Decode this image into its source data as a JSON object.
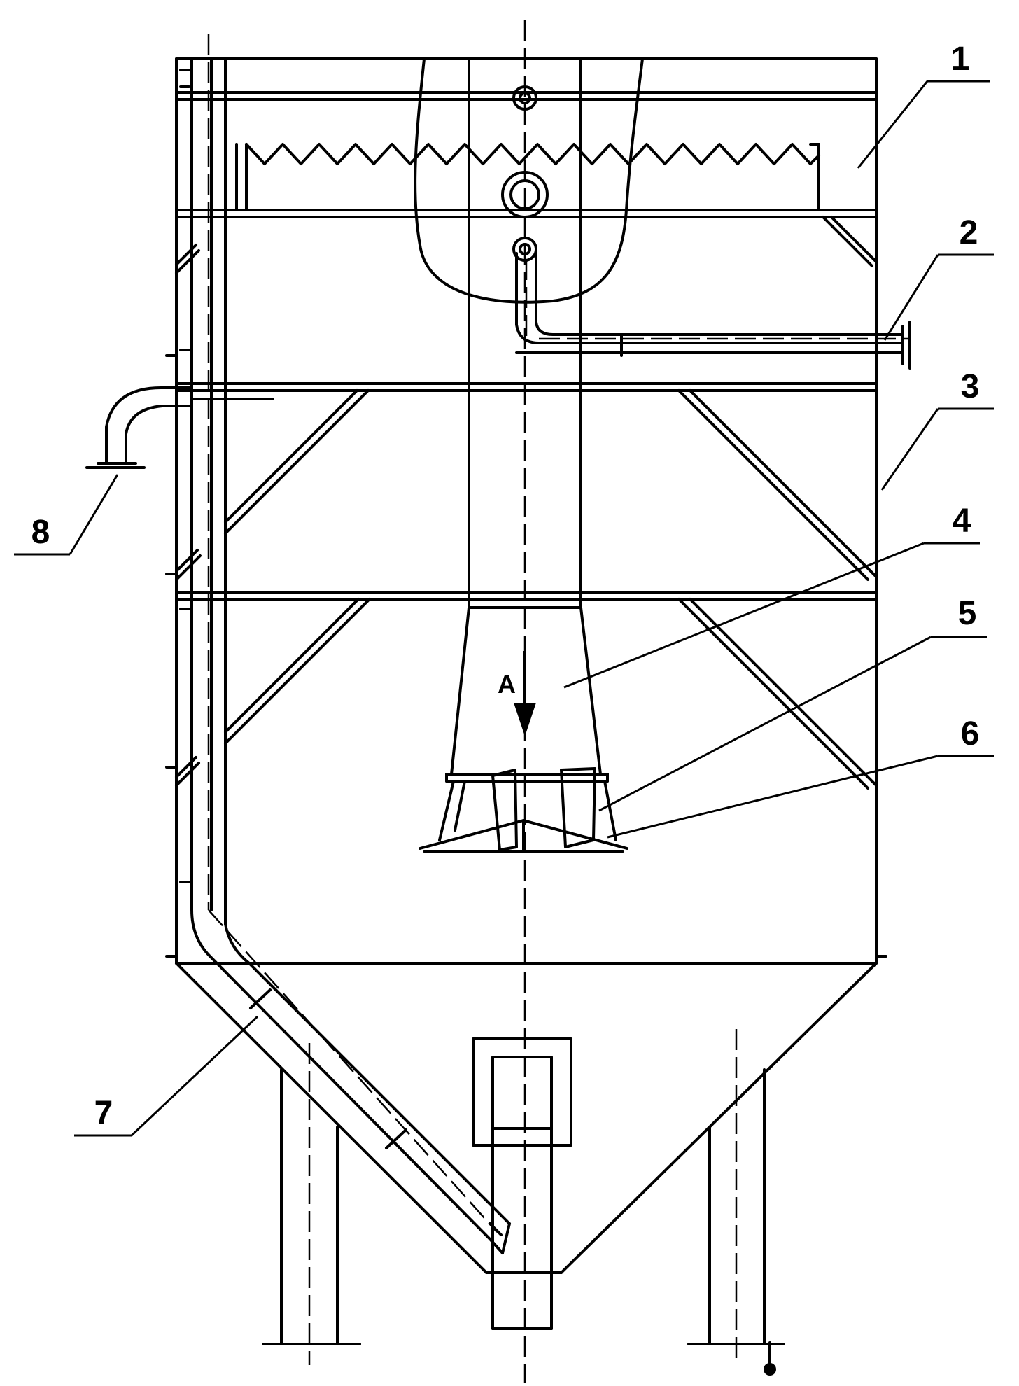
{
  "diagram": {
    "callouts": [
      {
        "label": "1"
      },
      {
        "label": "2"
      },
      {
        "label": "3"
      },
      {
        "label": "4"
      },
      {
        "label": "5"
      },
      {
        "label": "6"
      },
      {
        "label": "7"
      },
      {
        "label": "8"
      }
    ],
    "flow_label": "A",
    "colors": {
      "ink": "#000000",
      "paper": "#ffffff"
    }
  }
}
